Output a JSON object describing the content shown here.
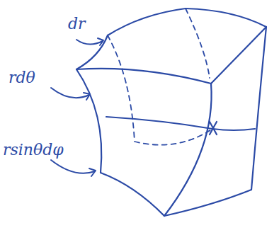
{
  "diagram": {
    "labels": [
      "dr",
      "rdθ",
      "rsinθdφ"
    ]
  }
}
